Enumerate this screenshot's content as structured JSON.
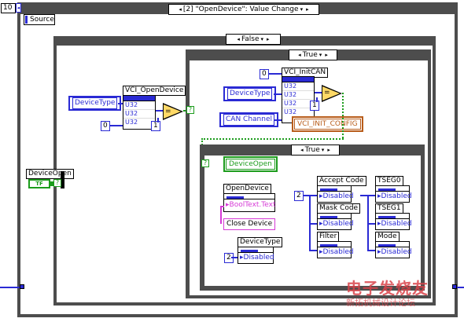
{
  "event_structure": {
    "index": "10",
    "selector": "[2] \"OpenDevice\": Value Change",
    "event_data_label": "Source"
  },
  "case_outer": {
    "selector": "False"
  },
  "case_inner1": {
    "selector": "True"
  },
  "case_inner2": {
    "selector": "True"
  },
  "open_device_func": {
    "title": "VCI_OpenDevice",
    "input_label": "DeviceType",
    "const_value": "0",
    "compare_const": "1",
    "rows": [
      "U32",
      "U32",
      "U32",
      "U32"
    ]
  },
  "init_can_func": {
    "title": "VCI_InitCAN",
    "input_label": "DeviceType",
    "channel_label": "CAN Channel",
    "const_value": "0",
    "compare_const": "1",
    "config_label": "VCI_INIT_CONFIG",
    "rows": [
      "U32",
      "U32",
      "U32",
      "U32"
    ]
  },
  "device_open_terminal": {
    "label": "DeviceOpen",
    "type": "TF"
  },
  "device_open_local": {
    "label": "DeviceOpen"
  },
  "open_device_node": {
    "title": "OpenDevice",
    "property": "BoolText.Text"
  },
  "close_device_const": {
    "label": "Close Device"
  },
  "device_type_node": {
    "title": "DeviceType",
    "property": "Disabled",
    "const": "2"
  },
  "property_group": {
    "const": "2",
    "items": [
      {
        "title": "Accept Code",
        "property": "Disabled"
      },
      {
        "title": "Mask Code",
        "property": "Disabled"
      },
      {
        "title": "Filter",
        "property": "Disabled"
      },
      {
        "title": "TSEG0",
        "property": "Disabled"
      },
      {
        "title": "TSEG1",
        "property": "Disabled"
      },
      {
        "title": "Mode",
        "property": "Disabled"
      }
    ]
  },
  "watermark": {
    "primary": "电子发烧友",
    "secondary": "新拓机械设计论坛"
  },
  "colors": {
    "wire_numeric": "#2a2ad4",
    "wire_boolean": "#1c9c1c",
    "wire_string": "#d63ad6",
    "frame": "#4d4d4d"
  }
}
